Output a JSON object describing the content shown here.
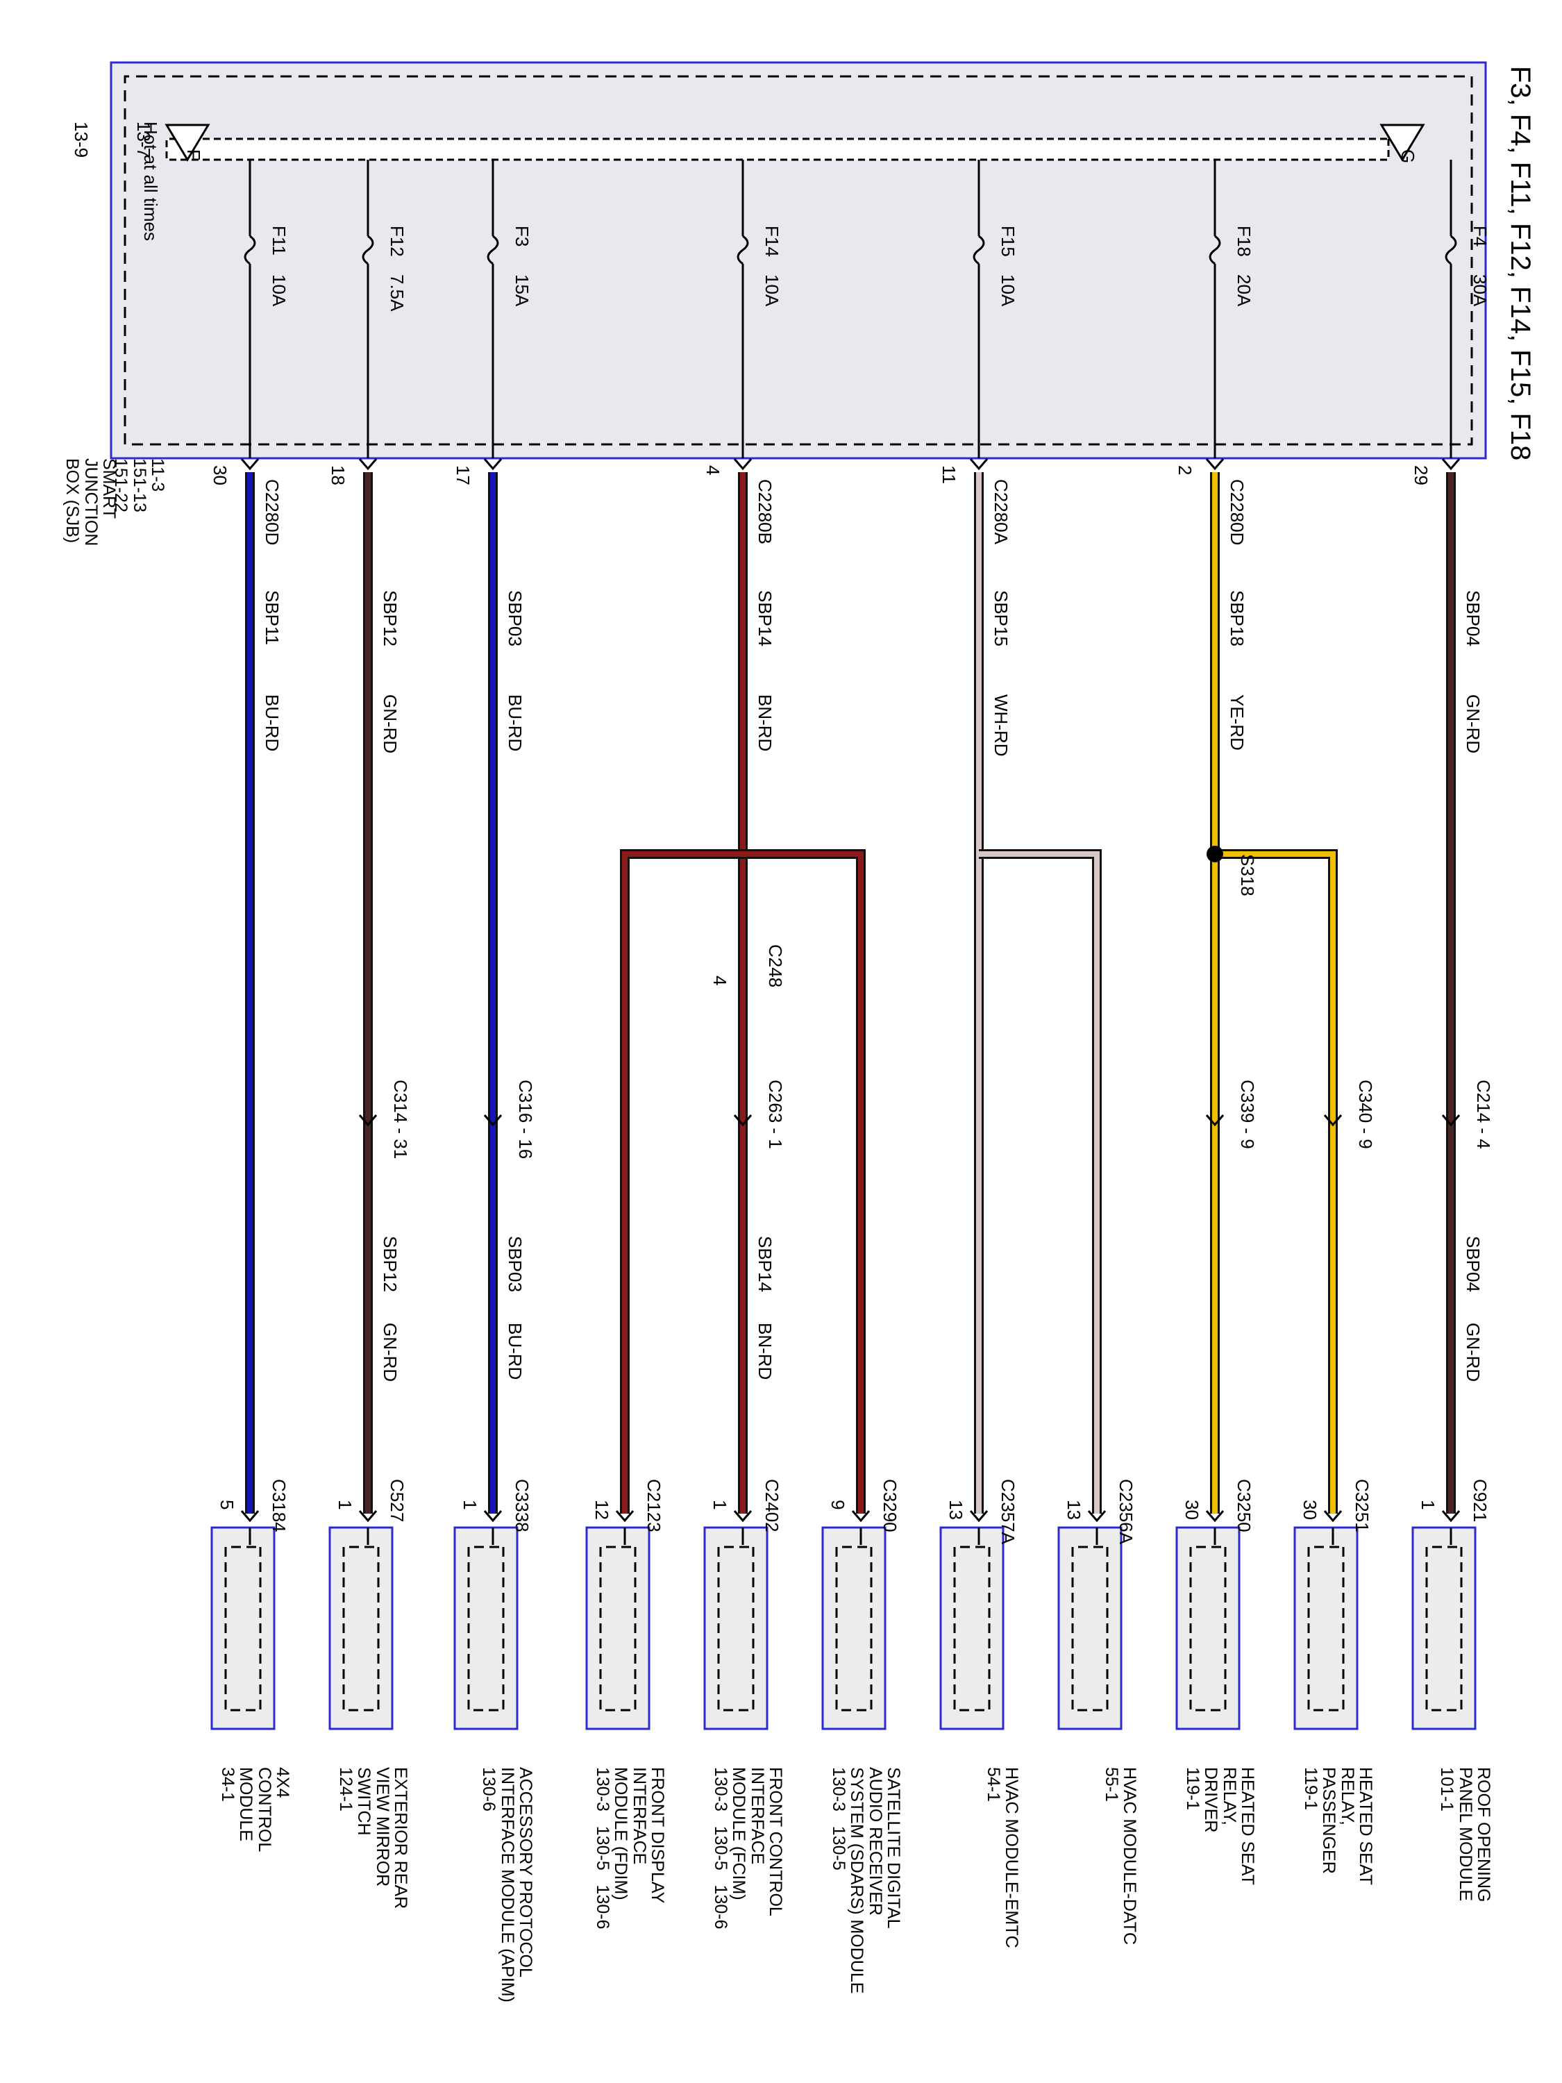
{
  "title": "F3, F4, F11, F12, F14, F15, F18",
  "source": {
    "name": "SMART\nJUNCTION\nBOX (SJB)",
    "refs": "11-3\n151-13\n151-22",
    "hot_label": "Hot at all times",
    "bus_label": "F",
    "bus_ref": "13-7",
    "ground_label": "G",
    "ground_ref": "13-9"
  },
  "colors": {
    "box_border": "#2b2bd1",
    "box_fill": "#e8e8ee",
    "module_fill": "#ececec",
    "BU-RD": "#1616b8",
    "GN-RD": "#4a2323",
    "BN-RD": "#8b1a1a",
    "WH-RD": "#d9c7c7",
    "YE-RD": "#f0c000",
    "GN-RD-dark": "#2a1111"
  },
  "circuits": [
    {
      "fuse": "F11",
      "amps": "10A",
      "connector": "C2280D",
      "pin": "30",
      "circuit": "SBP11",
      "color": "BU-RD",
      "destinations": [
        {
          "connector": "C3184",
          "pin": "5",
          "module": "4X4\nCONTROL\nMODULE\n34-1"
        }
      ]
    },
    {
      "fuse": "F12",
      "amps": "7.5A",
      "connector": "",
      "pin": "18",
      "circuit": "SBP12",
      "color": "GN-RD",
      "inline": "C314 - 31",
      "destinations": [
        {
          "connector": "C527",
          "pin": "1",
          "module": "EXTERIOR REAR\nVIEW MIRROR\nSWITCH\n124-1"
        }
      ]
    },
    {
      "fuse": "F3",
      "amps": "15A",
      "connector": "",
      "pin": "17",
      "circuit": "SBP03",
      "color": "BU-RD",
      "inline": "C316 - 16",
      "destinations": [
        {
          "connector": "C3338",
          "pin": "1",
          "module": "ACCESSORY PROTOCOL\nINTERFACE MODULE (APIM)\n130-6"
        }
      ]
    },
    {
      "fuse": "F14",
      "amps": "10A",
      "connector": "C2280B",
      "pin": "4",
      "circuit": "SBP14",
      "color": "BN-RD",
      "splice": "C248",
      "splice_pin": "4",
      "inline": "C263 - 1",
      "destinations": [
        {
          "connector": "C2402",
          "pin": "1",
          "module": "FRONT CONTROL\nINTERFACE\nMODULE (FCIM)\n130-3   130-5   130-6"
        },
        {
          "connector": "C3290",
          "pin": "9",
          "module": "SATELLITE DIGITAL\nAUDIO RECEIVER\nSYSTEM (SDARS) MODULE\n130-3   130-5"
        },
        {
          "connector": "C2123",
          "pin": "12",
          "module": "FRONT DISPLAY\nINTERFACE\nMODULE (FDIM)\n130-3   130-5   130-6"
        }
      ]
    },
    {
      "fuse": "F15",
      "amps": "10A",
      "connector": "C2280A",
      "pin": "11",
      "circuit": "SBP15",
      "color": "WH-RD",
      "destinations": [
        {
          "connector": "C2357A",
          "pin": "13",
          "module": "HVAC MODULE-EMTC\n54-1"
        },
        {
          "connector": "C2356A",
          "pin": "13",
          "module": "HVAC MODULE-DATC\n55-1"
        }
      ]
    },
    {
      "fuse": "F18",
      "amps": "20A",
      "connector": "C2280D",
      "pin": "2",
      "circuit": "SBP18",
      "color": "YE-RD",
      "splice": "S318",
      "destinations": [
        {
          "connector": "C3250",
          "pin": "30",
          "inline": "C339 - 9",
          "module": "HEATED SEAT\nRELAY,\nDRIVER\n119-1"
        },
        {
          "connector": "C3251",
          "pin": "30",
          "inline": "C340 - 9",
          "module": "HEATED SEAT\nRELAY,\nPASSENGER\n119-1"
        }
      ]
    },
    {
      "fuse": "F4",
      "amps": "30A",
      "connector": "",
      "pin": "29",
      "circuit": "SBP04",
      "color": "GN-RD",
      "inline": "C214 - 4",
      "destinations": [
        {
          "connector": "C921",
          "pin": "1",
          "module": "ROOF OPENING\nPANEL MODULE\n101-1"
        }
      ]
    }
  ]
}
